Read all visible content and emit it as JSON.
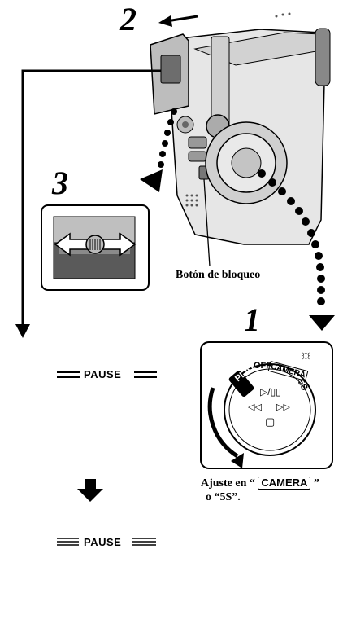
{
  "steps": {
    "one": "1",
    "two": "2",
    "three": "3"
  },
  "lock_button_label": "Botón de bloqueo",
  "instruction": {
    "prefix": "Ajuste en “",
    "badge": "CAMERA",
    "suffix": "”",
    "line2": "o “5S”."
  },
  "lcd_top": {
    "text": "PAUSE"
  },
  "lcd_bottom": {
    "text": "PAUSE"
  },
  "dial": {
    "play": "PLAY",
    "off": "OFF",
    "camera": "CAMERA",
    "five_s": "5S",
    "play_pause_symbol": "▷/▯▯",
    "rewind_symbol": "◁◁",
    "ffwd_symbol": "▷▷",
    "stop_symbol": "▢",
    "lamp_symbol": "☼"
  },
  "colors": {
    "lcd_gray": "#c9c9c9",
    "ink": "#000000"
  }
}
